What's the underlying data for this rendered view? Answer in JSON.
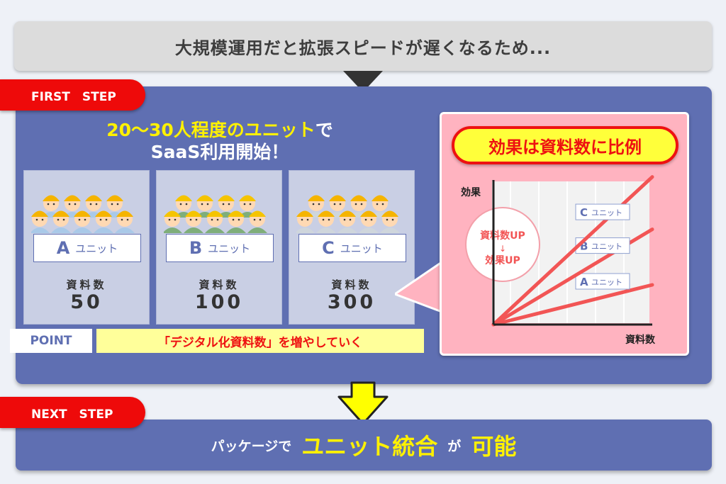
{
  "banner": {
    "text": "大規模運用だと拡張スピードが遅くなるため..."
  },
  "first_step": {
    "tag": "FIRST　STEP",
    "headline_em": "20〜30人程度のユニット",
    "headline_tail": "で",
    "headline_line2": "SaaS利用開始！",
    "units": [
      {
        "letter": "A",
        "word": "ユニット",
        "doc_label": "資料数",
        "count": "50"
      },
      {
        "letter": "B",
        "word": "ユニット",
        "doc_label": "資料数",
        "count": "100"
      },
      {
        "letter": "C",
        "word": "ユニット",
        "doc_label": "資料数",
        "count": "300"
      }
    ],
    "point_label": "POINT",
    "point_text": "「デジタル化資料数」を増やしていく"
  },
  "effect": {
    "pill": "効果は資料数に比例",
    "callout_line1": "資料数UP",
    "callout_arrow": "↓",
    "callout_line2": "効果UP"
  },
  "chart_data": {
    "type": "line",
    "xlabel": "資料数",
    "ylabel": "効果",
    "series": [
      {
        "name": "A ユニット",
        "slope": 0.25
      },
      {
        "name": "B ユニット",
        "slope": 0.6
      },
      {
        "name": "C ユニット",
        "slope": 0.93
      }
    ],
    "colors": {
      "line": "#f25555",
      "axis": "#222222"
    }
  },
  "next_step": {
    "tag": "NEXT　STEP",
    "prefix": "パッケージで",
    "emphasis": "ユニット統合",
    "particle": "が",
    "possible": "可能"
  }
}
